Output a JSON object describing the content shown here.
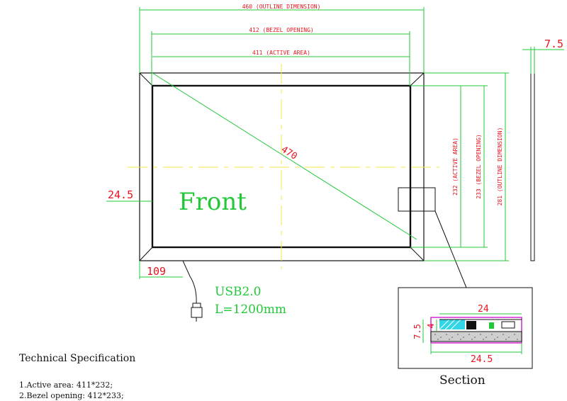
{
  "colors": {
    "outline": "#111111",
    "dimension_line": "#23c83a",
    "dimension_text": "#e8141e",
    "center_line": "#f0e84a",
    "label_text": "#23c83a",
    "section_frame": "#d01ad0",
    "section_glass": "#33d6e6"
  },
  "dimensions": {
    "outline_width": "460 (OUTLINE DIMENSION)",
    "bezel_width": "412 (BEZEL OPENING)",
    "active_width": "411 (ACTIVE AREA)",
    "diagonal": "470",
    "thickness": "7.5",
    "active_height": "232 (ACTIVE AREA)",
    "bezel_height": "233 (BEZEL OPENING)",
    "outline_height": "281 (OUTLINE DIMENSION)",
    "side_margin": "24.5",
    "usb_offset": "109"
  },
  "front_label": "Front",
  "cable": {
    "line1": "USB2.0",
    "line2": "L=1200mm"
  },
  "section": {
    "title": "Section",
    "dim_top": "24",
    "dim_bottom": "24.5",
    "dim_left": "7.5",
    "dim_inner": "4"
  },
  "spec": {
    "title": "Technical Specification",
    "items": [
      "1.Active area: 411*232;",
      "2.Bezel opening: 412*233;"
    ]
  }
}
